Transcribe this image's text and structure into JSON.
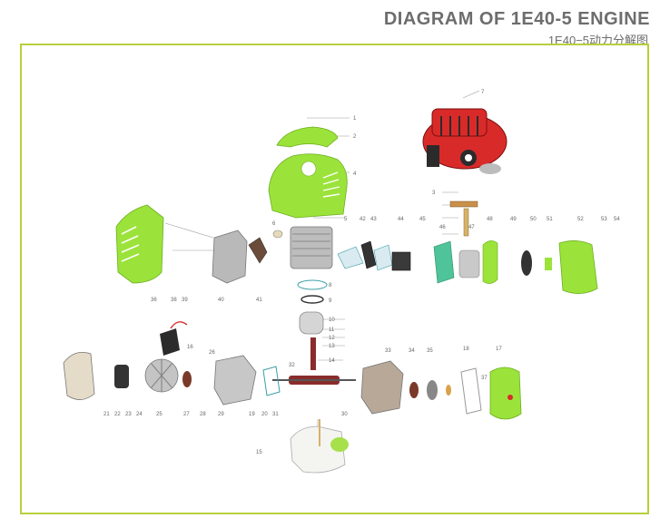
{
  "header": {
    "title": "DIAGRAM OF 1E40-5 ENGINE",
    "subtitle": "1E40−5动力分解图"
  },
  "colors": {
    "frame": "#b8cf3c",
    "green_part": "#9be33a",
    "red_engine": "#d92a2a",
    "metal": "#a9a9a9",
    "dark": "#2b2b2b",
    "title": "#6d6d6d"
  },
  "callouts": [
    "1",
    "2",
    "3",
    "4",
    "5",
    "6",
    "7",
    "8",
    "9",
    "10",
    "11",
    "12",
    "13",
    "14",
    "15",
    "16",
    "17",
    "18",
    "19",
    "20",
    "21",
    "22",
    "23",
    "24",
    "25",
    "26",
    "27",
    "28",
    "29",
    "30",
    "31",
    "32",
    "33",
    "34",
    "35",
    "36",
    "37",
    "38",
    "39",
    "40",
    "41",
    "42",
    "43",
    "44",
    "45",
    "46",
    "47",
    "48",
    "49",
    "50",
    "51",
    "52",
    "53",
    "54"
  ]
}
